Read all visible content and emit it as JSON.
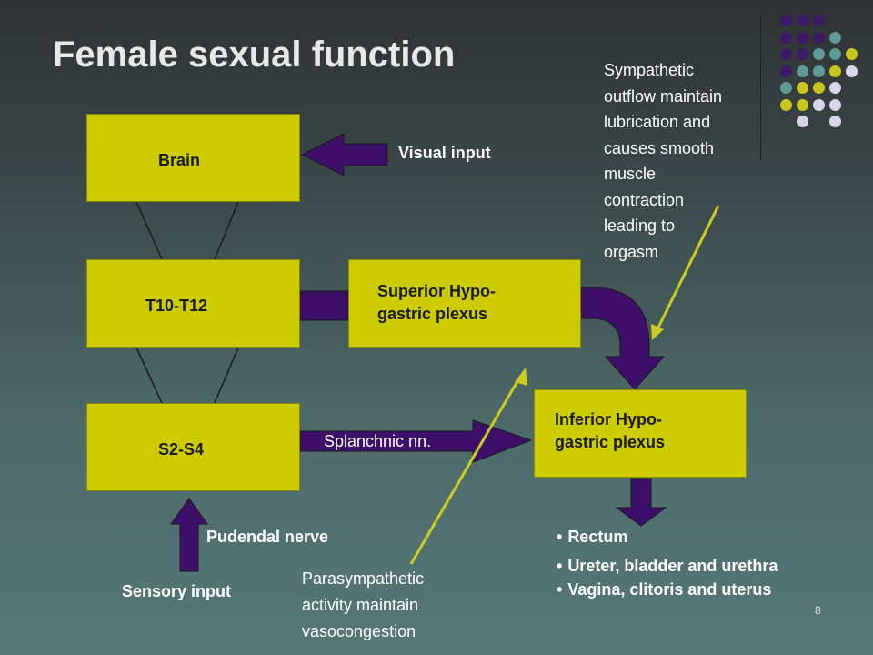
{
  "slide": {
    "title": "Female sexual function",
    "page_number": "8"
  },
  "boxes": {
    "brain": "Brain",
    "t10_t12": "T10-T12",
    "s2_s4": "S2-S4",
    "superior": [
      "Superior Hypo-",
      "gastric plexus"
    ],
    "inferior": [
      "Inferior Hypo-",
      "gastric plexus"
    ]
  },
  "labels": {
    "visual_input": "Visual input",
    "splanchnic": "Splanchnic nn.",
    "pudendal": "Pudendal nerve",
    "sensory_input": "Sensory input"
  },
  "notes": {
    "sympathetic": [
      "Sympathetic",
      "outflow maintain",
      "lubrication and",
      "causes smooth",
      "muscle",
      "contraction",
      "leading to",
      "orgasm"
    ],
    "parasympathetic": [
      "Parasympathetic",
      "activity maintain",
      "vasocongestion"
    ]
  },
  "targets": [
    "Rectum",
    "Ureter, bladder and urethra",
    "Vagina, clitoris and uterus"
  ],
  "colors": {
    "box_fill": "#cccc00",
    "arrow_fill": "#3d0f6b",
    "pointer_line": "#cccc22",
    "decor_purple": "#3d1a66",
    "decor_teal": "#5f9a99",
    "decor_yellow": "#c6c61e",
    "decor_lavender": "#d9d6ea"
  }
}
